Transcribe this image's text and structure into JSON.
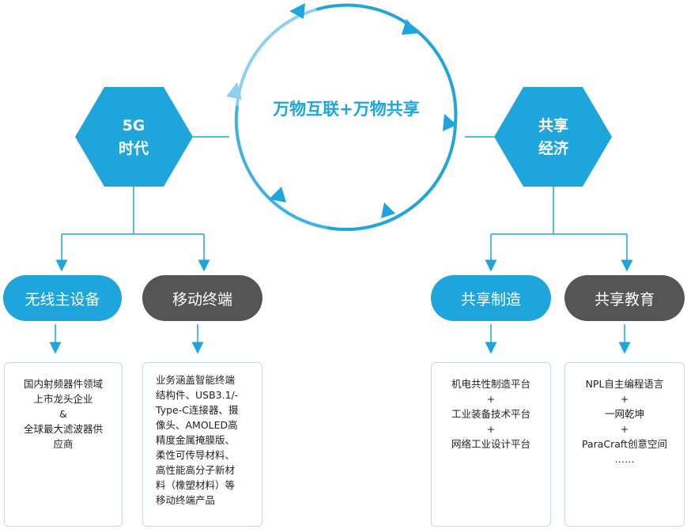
{
  "cycle": {
    "label": "万物互联+万物共享"
  },
  "left_hub": {
    "line1": "5G",
    "line2": "时代"
  },
  "right_hub": {
    "line1": "共享",
    "line2": "经济"
  },
  "pills": {
    "wireless": "无线主设备",
    "mobile": "移动终端",
    "manufacturing": "共享制造",
    "education": "共享教育"
  },
  "boxes": {
    "wireless": [
      "国内射频器件领域",
      "上市龙头企业",
      "&",
      "全球最大滤波器供",
      "应商"
    ],
    "mobile": [
      "业务涵盖智能终端",
      "结构件、USB3.1/-",
      "Type-C连接器、摄",
      "像头、AMOLED高",
      "精度金属掩膜版、",
      "柔性可传导材料、",
      "高性能高分子新材",
      "料（橡塑材料）等",
      "移动终端产品"
    ],
    "manufacturing": [
      "机电共性制造平台",
      "+",
      "工业装备技术平台",
      "+",
      "网络工业设计平台"
    ],
    "education": [
      "NPL自主编程语言",
      "+",
      "一网乾坤",
      "+",
      "ParaCraft创意空间",
      "……"
    ]
  },
  "colors": {
    "accent": "#1ea6dc",
    "dark": "#555555",
    "border": "#c9d9e6"
  }
}
